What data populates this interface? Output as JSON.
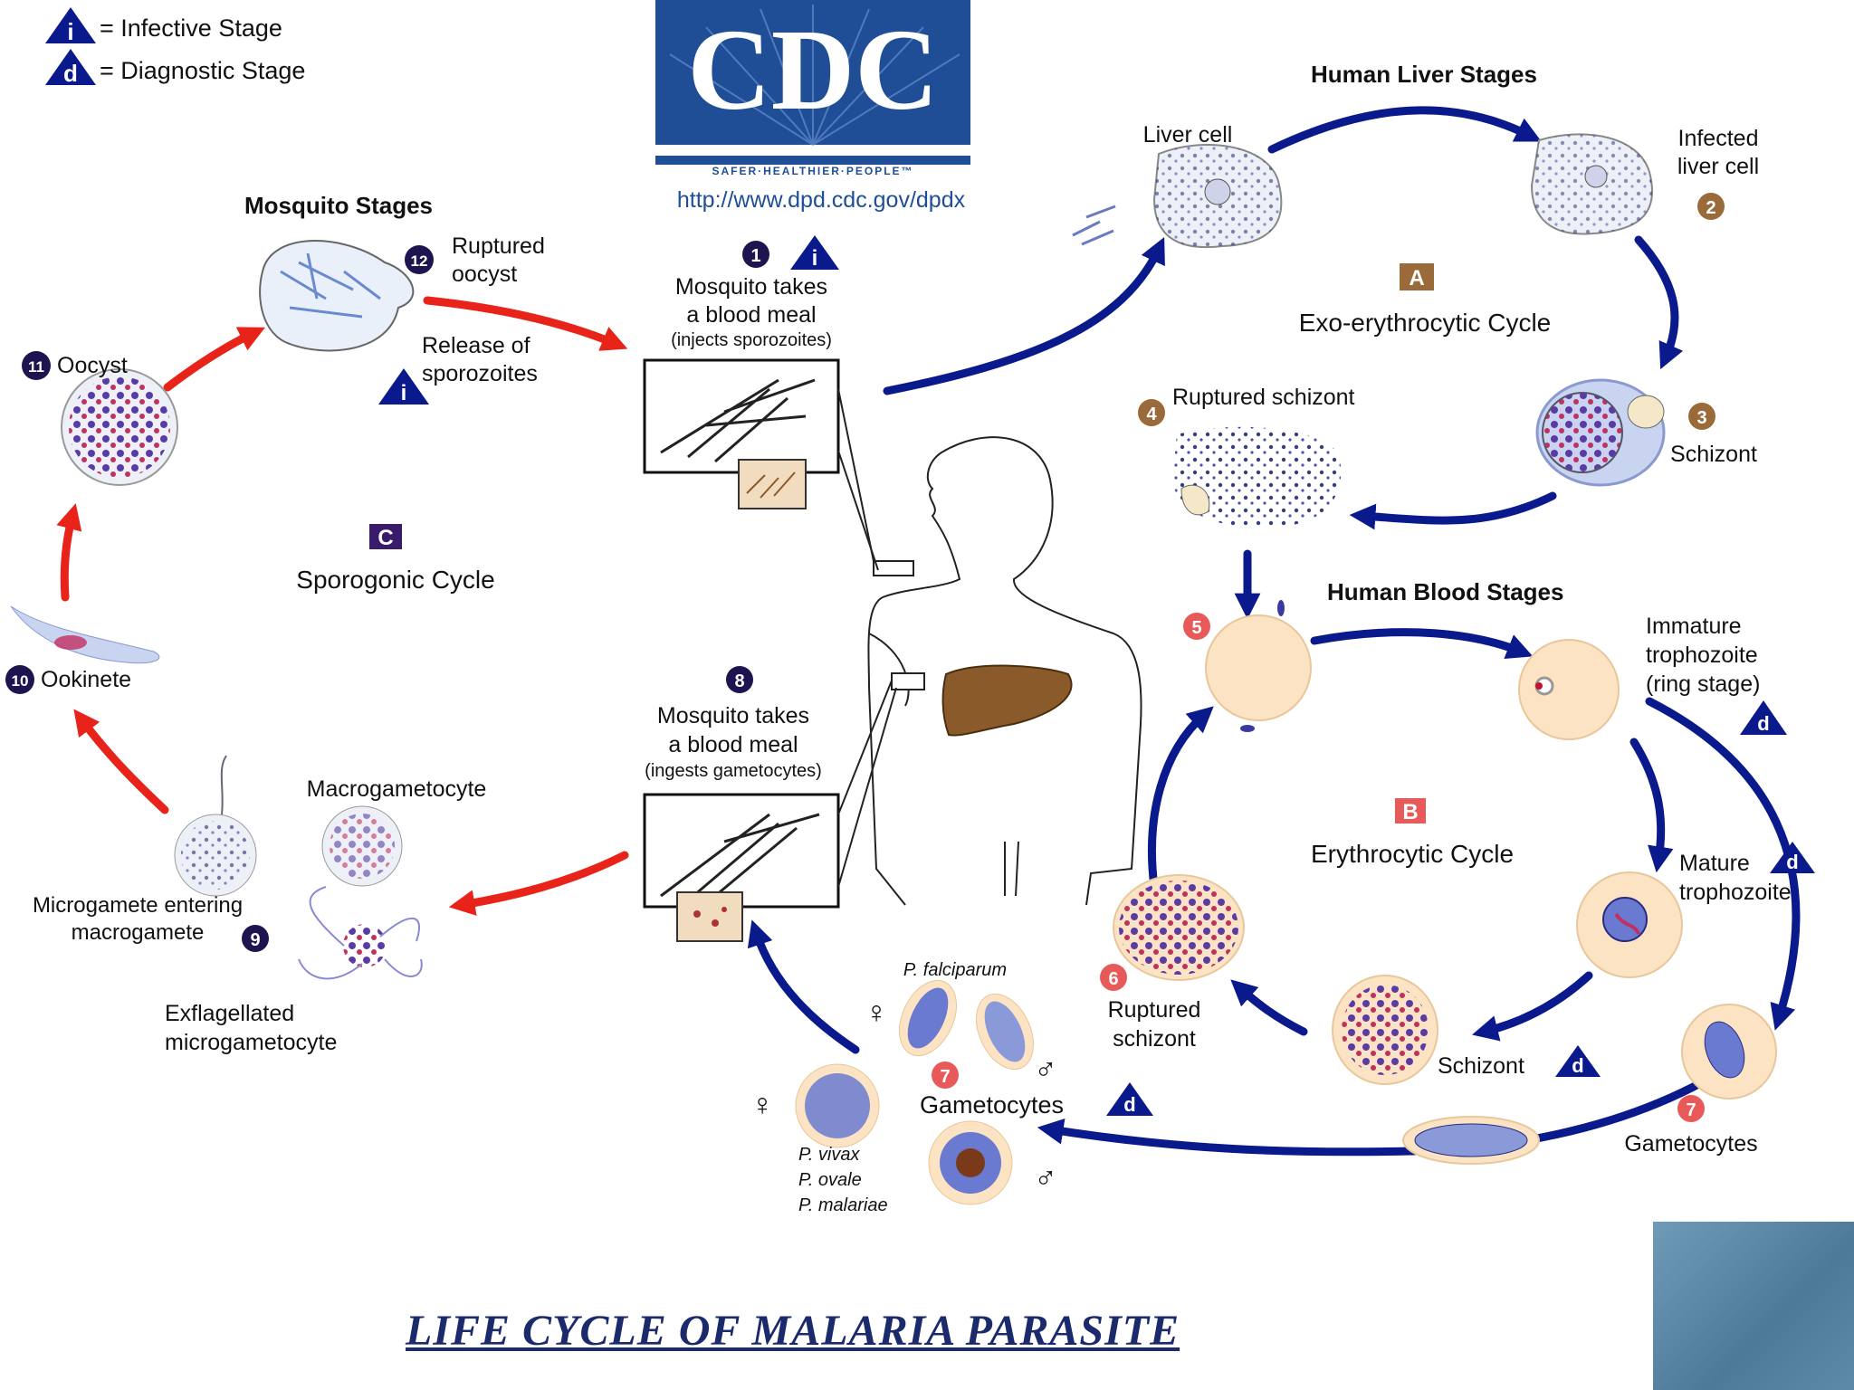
{
  "legend": {
    "infective_symbol": "i",
    "infective_label": "= Infective Stage",
    "diagnostic_symbol": "d",
    "diagnostic_label": "= Diagnostic Stage"
  },
  "cdc": {
    "logo_text": "CDC",
    "tagline": "SAFER·HEALTHIER·PEOPLE™",
    "url": "http://www.dpd.cdc.gov/dpdx"
  },
  "sections": {
    "mosquito": "Mosquito Stages",
    "liver": "Human Liver Stages",
    "blood": "Human Blood Stages"
  },
  "cycles": {
    "a_letter": "A",
    "a_name": "Exo-erythrocytic Cycle",
    "b_letter": "B",
    "b_name": "Erythrocytic Cycle",
    "c_letter": "C",
    "c_name": "Sporogonic Cycle"
  },
  "steps": {
    "s1_num": "1",
    "s1_l1": "Mosquito takes",
    "s1_l2": "a blood meal",
    "s1_l3": "(injects sporozoites)",
    "s2_num": "2",
    "s2_l1": "Infected",
    "s2_l2": "liver cell",
    "liver_cell": "Liver cell",
    "s3_num": "3",
    "s3": "Schizont",
    "s4_num": "4",
    "s4": "Ruptured schizont",
    "s5_num": "5",
    "immature_l1": "Immature",
    "immature_l2": "trophozoite",
    "immature_l3": "(ring stage)",
    "mature_l1": "Mature",
    "mature_l2": "trophozoite",
    "schizont_b": "Schizont",
    "s6_num": "6",
    "s6_l1": "Ruptured",
    "s6_l2": "schizont",
    "s7_num": "7",
    "gametocytes_right": "Gametocytes",
    "gametocytes_mid": "Gametocytes",
    "p_falciparum": "P. falciparum",
    "p_vivax": "P. vivax",
    "p_ovale": "P. ovale",
    "p_malariae": "P. malariae",
    "s8_num": "8",
    "s8_l1": "Mosquito takes",
    "s8_l2": "a blood meal",
    "s8_l3": "(ingests gametocytes)",
    "macrogametocyte": "Macrogametocyte",
    "s9_num": "9",
    "micro_l1": "Microgamete entering",
    "micro_l2": "macrogamete",
    "exfl_l1": "Exflagellated",
    "exfl_l2": "microgametocyte",
    "s10_num": "10",
    "ookinete": "Ookinete",
    "s11_num": "11",
    "oocyst": "Oocyst",
    "s12_num": "12",
    "ruptured_oocyst_l1": "Ruptured",
    "ruptured_oocyst_l2": "oocyst",
    "release_l1": "Release of",
    "release_l2": "sporozoites",
    "female": "♀",
    "male": "♂"
  },
  "footer": {
    "title": "LIFE CYCLE OF MALARIA PARASITE"
  },
  "colors": {
    "navy": "#0a1a8c",
    "red": "#e8231a",
    "tan": "#9a6a3a",
    "pink_badge": "#e85a5a",
    "rbc": "#fbe3c4",
    "parasite": "#3a3aa0",
    "liver": "#8b5a2b",
    "cdc_blue": "#1f4e96"
  }
}
